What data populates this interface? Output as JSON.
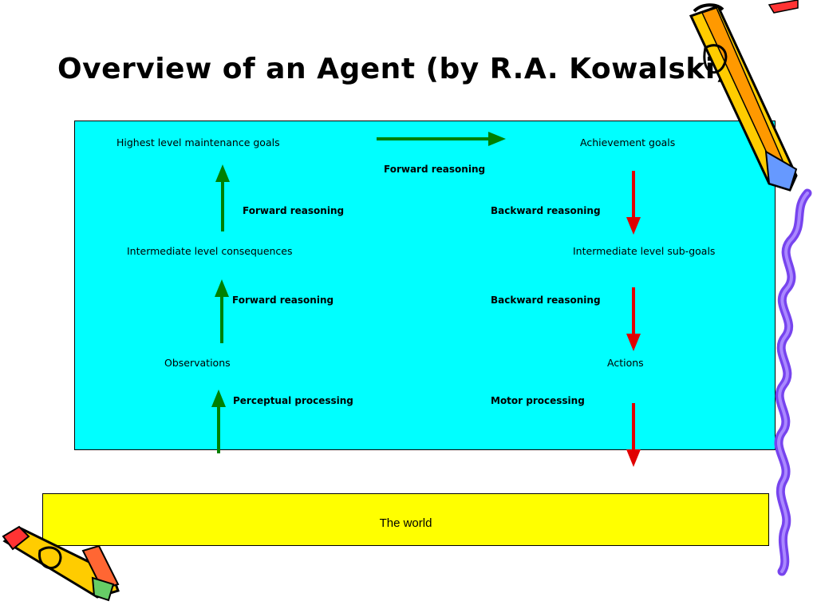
{
  "title": "Overview of an Agent (by R.A. Kowalski)",
  "nodes": {
    "highest_goals": "Highest level maintenance goals",
    "achievement_goals": "Achievement goals",
    "intermediate_consequences": "Intermediate level consequences",
    "intermediate_subgoals": "Intermediate level sub-goals",
    "observations": "Observations",
    "actions": "Actions"
  },
  "edges": {
    "top_forward": "Forward reasoning",
    "left_upper_forward": "Forward reasoning",
    "left_lower_forward": "Forward reasoning",
    "left_perceptual": "Perceptual processing",
    "right_upper_backward": "Backward reasoning",
    "right_lower_backward": "Backward reasoning",
    "right_motor": "Motor processing"
  },
  "world": "The world",
  "colors": {
    "agent_box": "#00ffff",
    "world_box": "#ffff00",
    "up_arrow": "#008000",
    "down_arrow": "#e00000",
    "right_arrow": "#008000"
  },
  "decorations": [
    "pencil-top-right",
    "pencil-bottom-left",
    "purple-squiggle-right"
  ]
}
